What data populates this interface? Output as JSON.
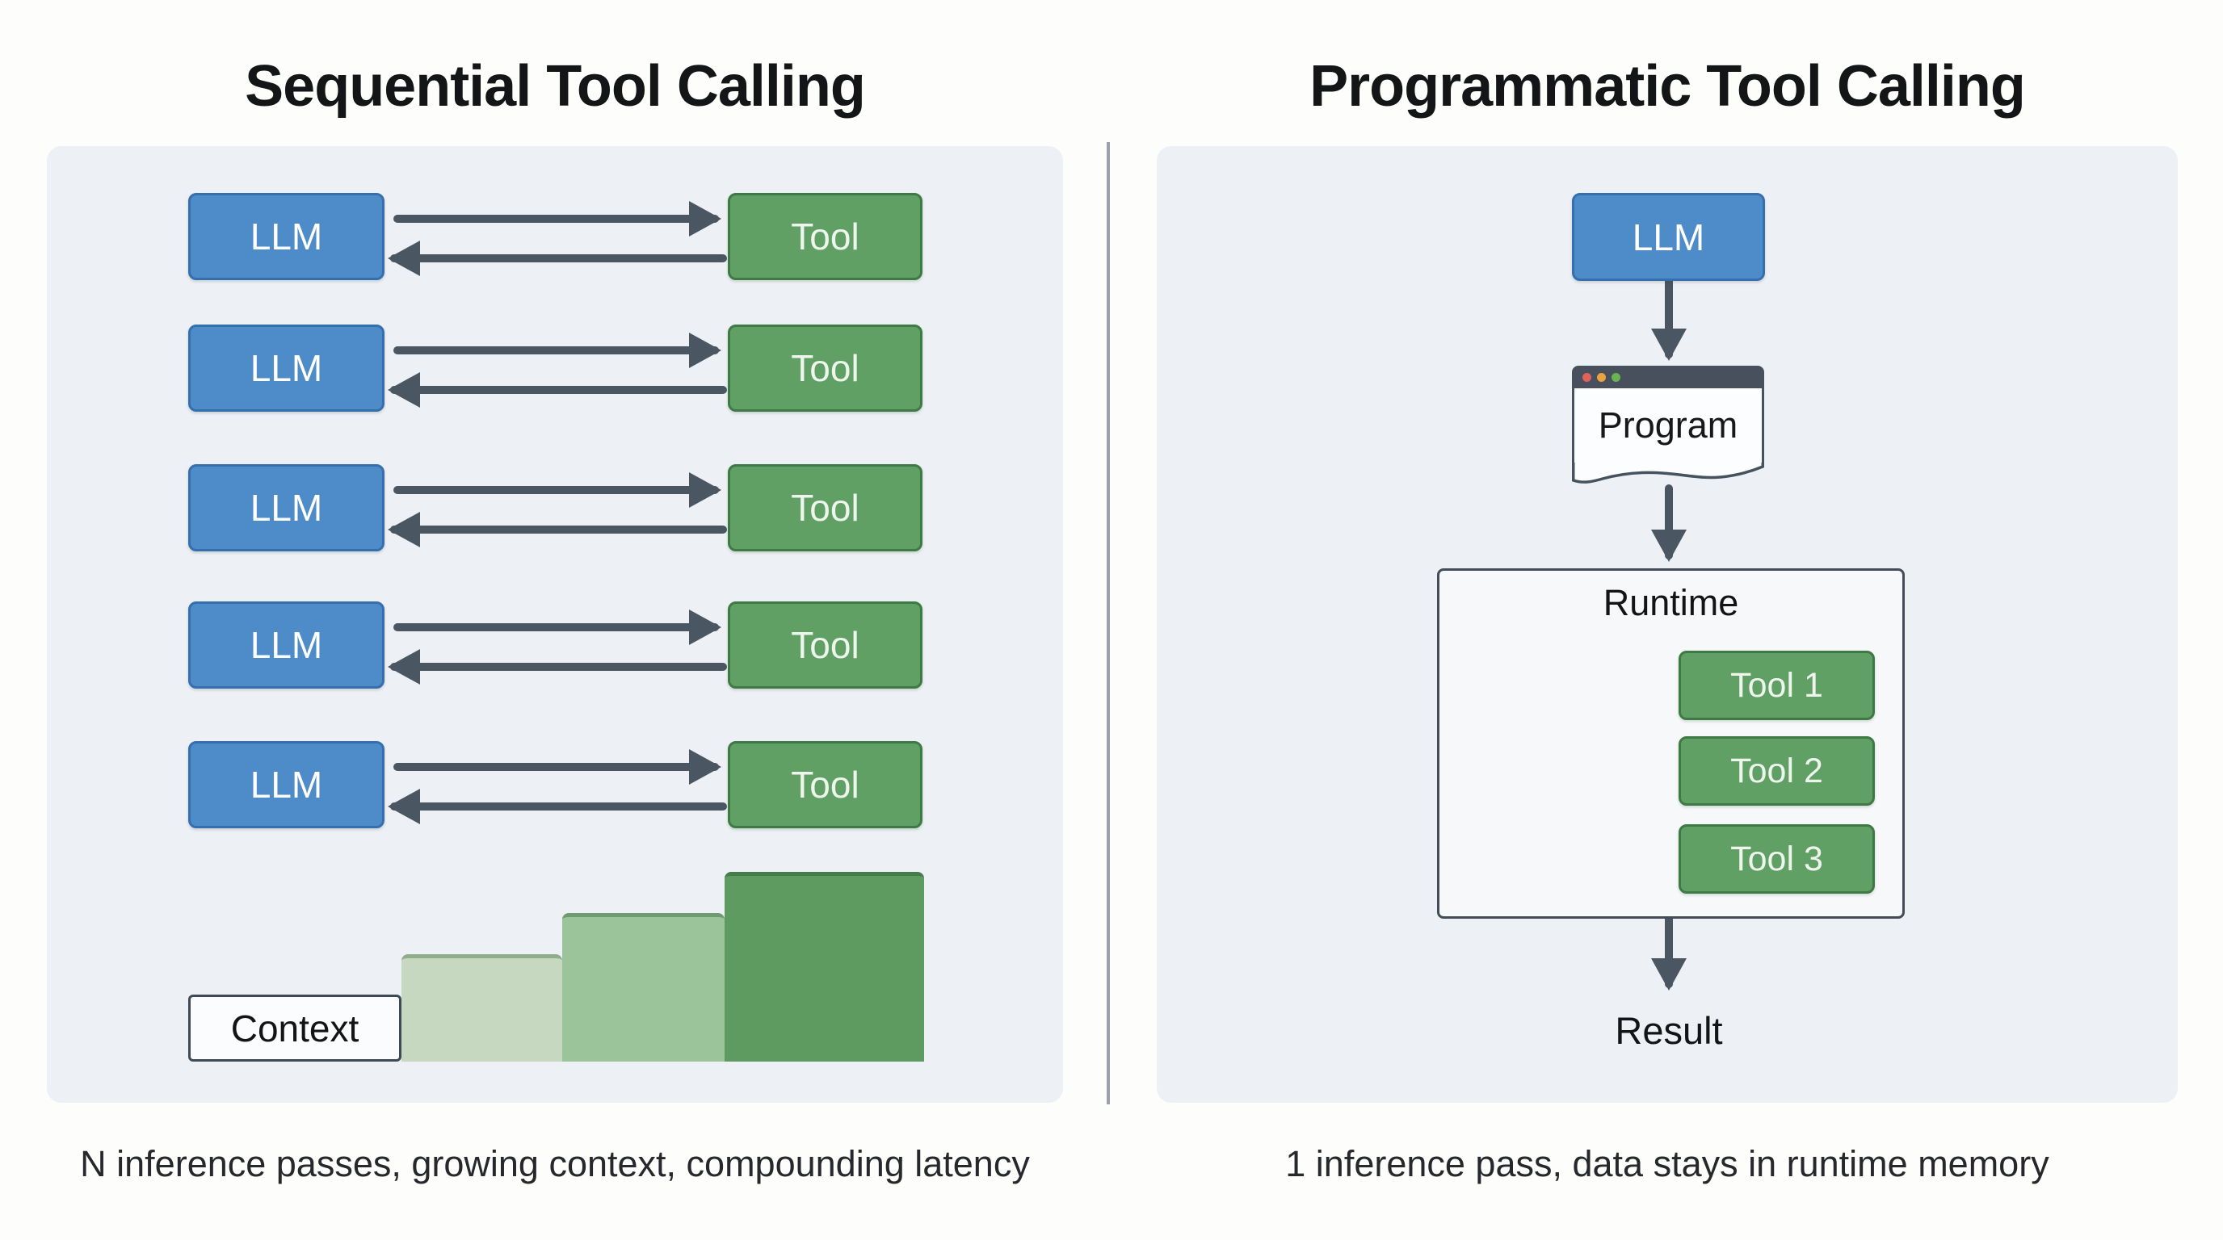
{
  "left": {
    "title": "Sequential Tool Calling",
    "caption": "N inference passes, growing context, compounding latency",
    "context_label": "Context",
    "rows": [
      {
        "llm": "LLM",
        "tool": "Tool"
      },
      {
        "llm": "LLM",
        "tool": "Tool"
      },
      {
        "llm": "LLM",
        "tool": "Tool"
      },
      {
        "llm": "LLM",
        "tool": "Tool"
      },
      {
        "llm": "LLM",
        "tool": "Tool"
      }
    ]
  },
  "right": {
    "title": "Programmatic Tool Calling",
    "caption": "1 inference pass, data stays in runtime memory",
    "llm_label": "LLM",
    "program_label": "Program",
    "runtime_label": "Runtime",
    "tools": [
      "Tool 1",
      "Tool 2",
      "Tool 3"
    ],
    "result_label": "Result"
  },
  "colors": {
    "llm_blue": "#4e8bc9",
    "llm_border": "#356fad",
    "tool_green": "#61a065",
    "tool_border": "#3e7a44",
    "arrow_slate": "#4a5661",
    "panel_background": "#edf0f4",
    "page_background": "#fdfdfc",
    "divider_gray": "#9ba1a9",
    "runtime_fill": "#f6f8fa",
    "runtime_border": "#424d59",
    "program_header": "#47505c",
    "window_dot_red": "#e0635a",
    "window_dot_orange": "#e9a33f",
    "window_dot_green": "#69b354",
    "context_bar_light": "#c6d9c0",
    "context_bar_medium": "#9cc49b",
    "context_bar_dark": "#5d9b61"
  }
}
